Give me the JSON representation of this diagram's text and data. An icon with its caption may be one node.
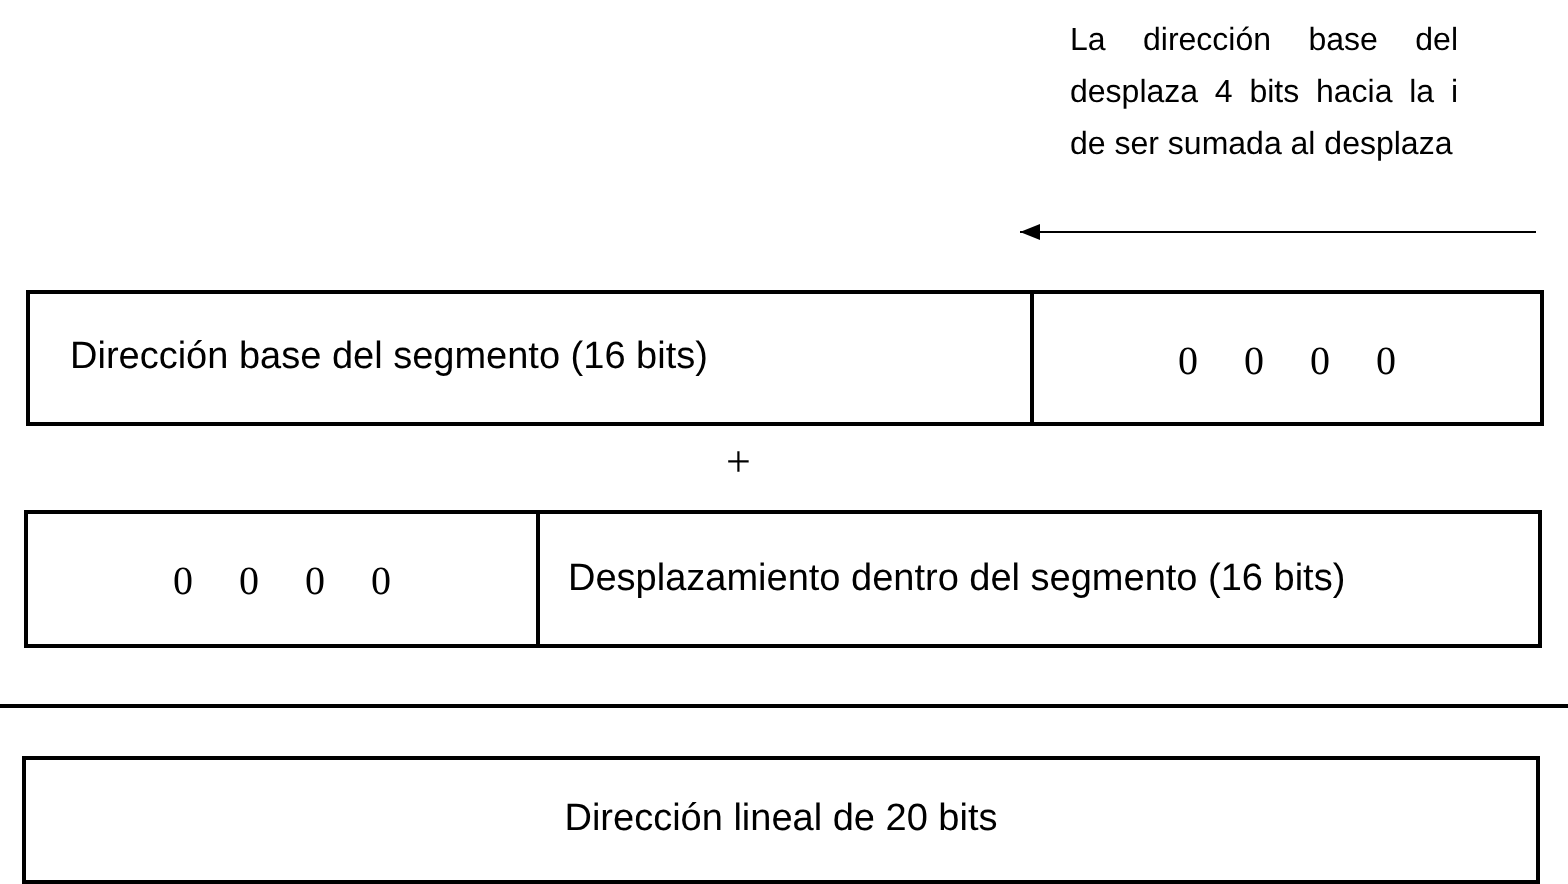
{
  "diagram": {
    "nodes": [
      {
        "text": [
          "Dirección base del segmento (16 bits)"
        ]
      },
      {
        "text": [
          "0 0 0 0"
        ]
      },
      {
        "text": [
          "0 0 0 0"
        ]
      },
      {
        "text": [
          "Desplazamiento dentro del segmento (16 bits)"
        ]
      },
      {
        "text": [
          "Dirección lineal de 20 bits"
        ]
      }
    ],
    "edges": [],
    "labels": [
      "La dirección base del desplaza 4 bits hacia la i de ser sumada al desplaza",
      "+"
    ]
  }
}
